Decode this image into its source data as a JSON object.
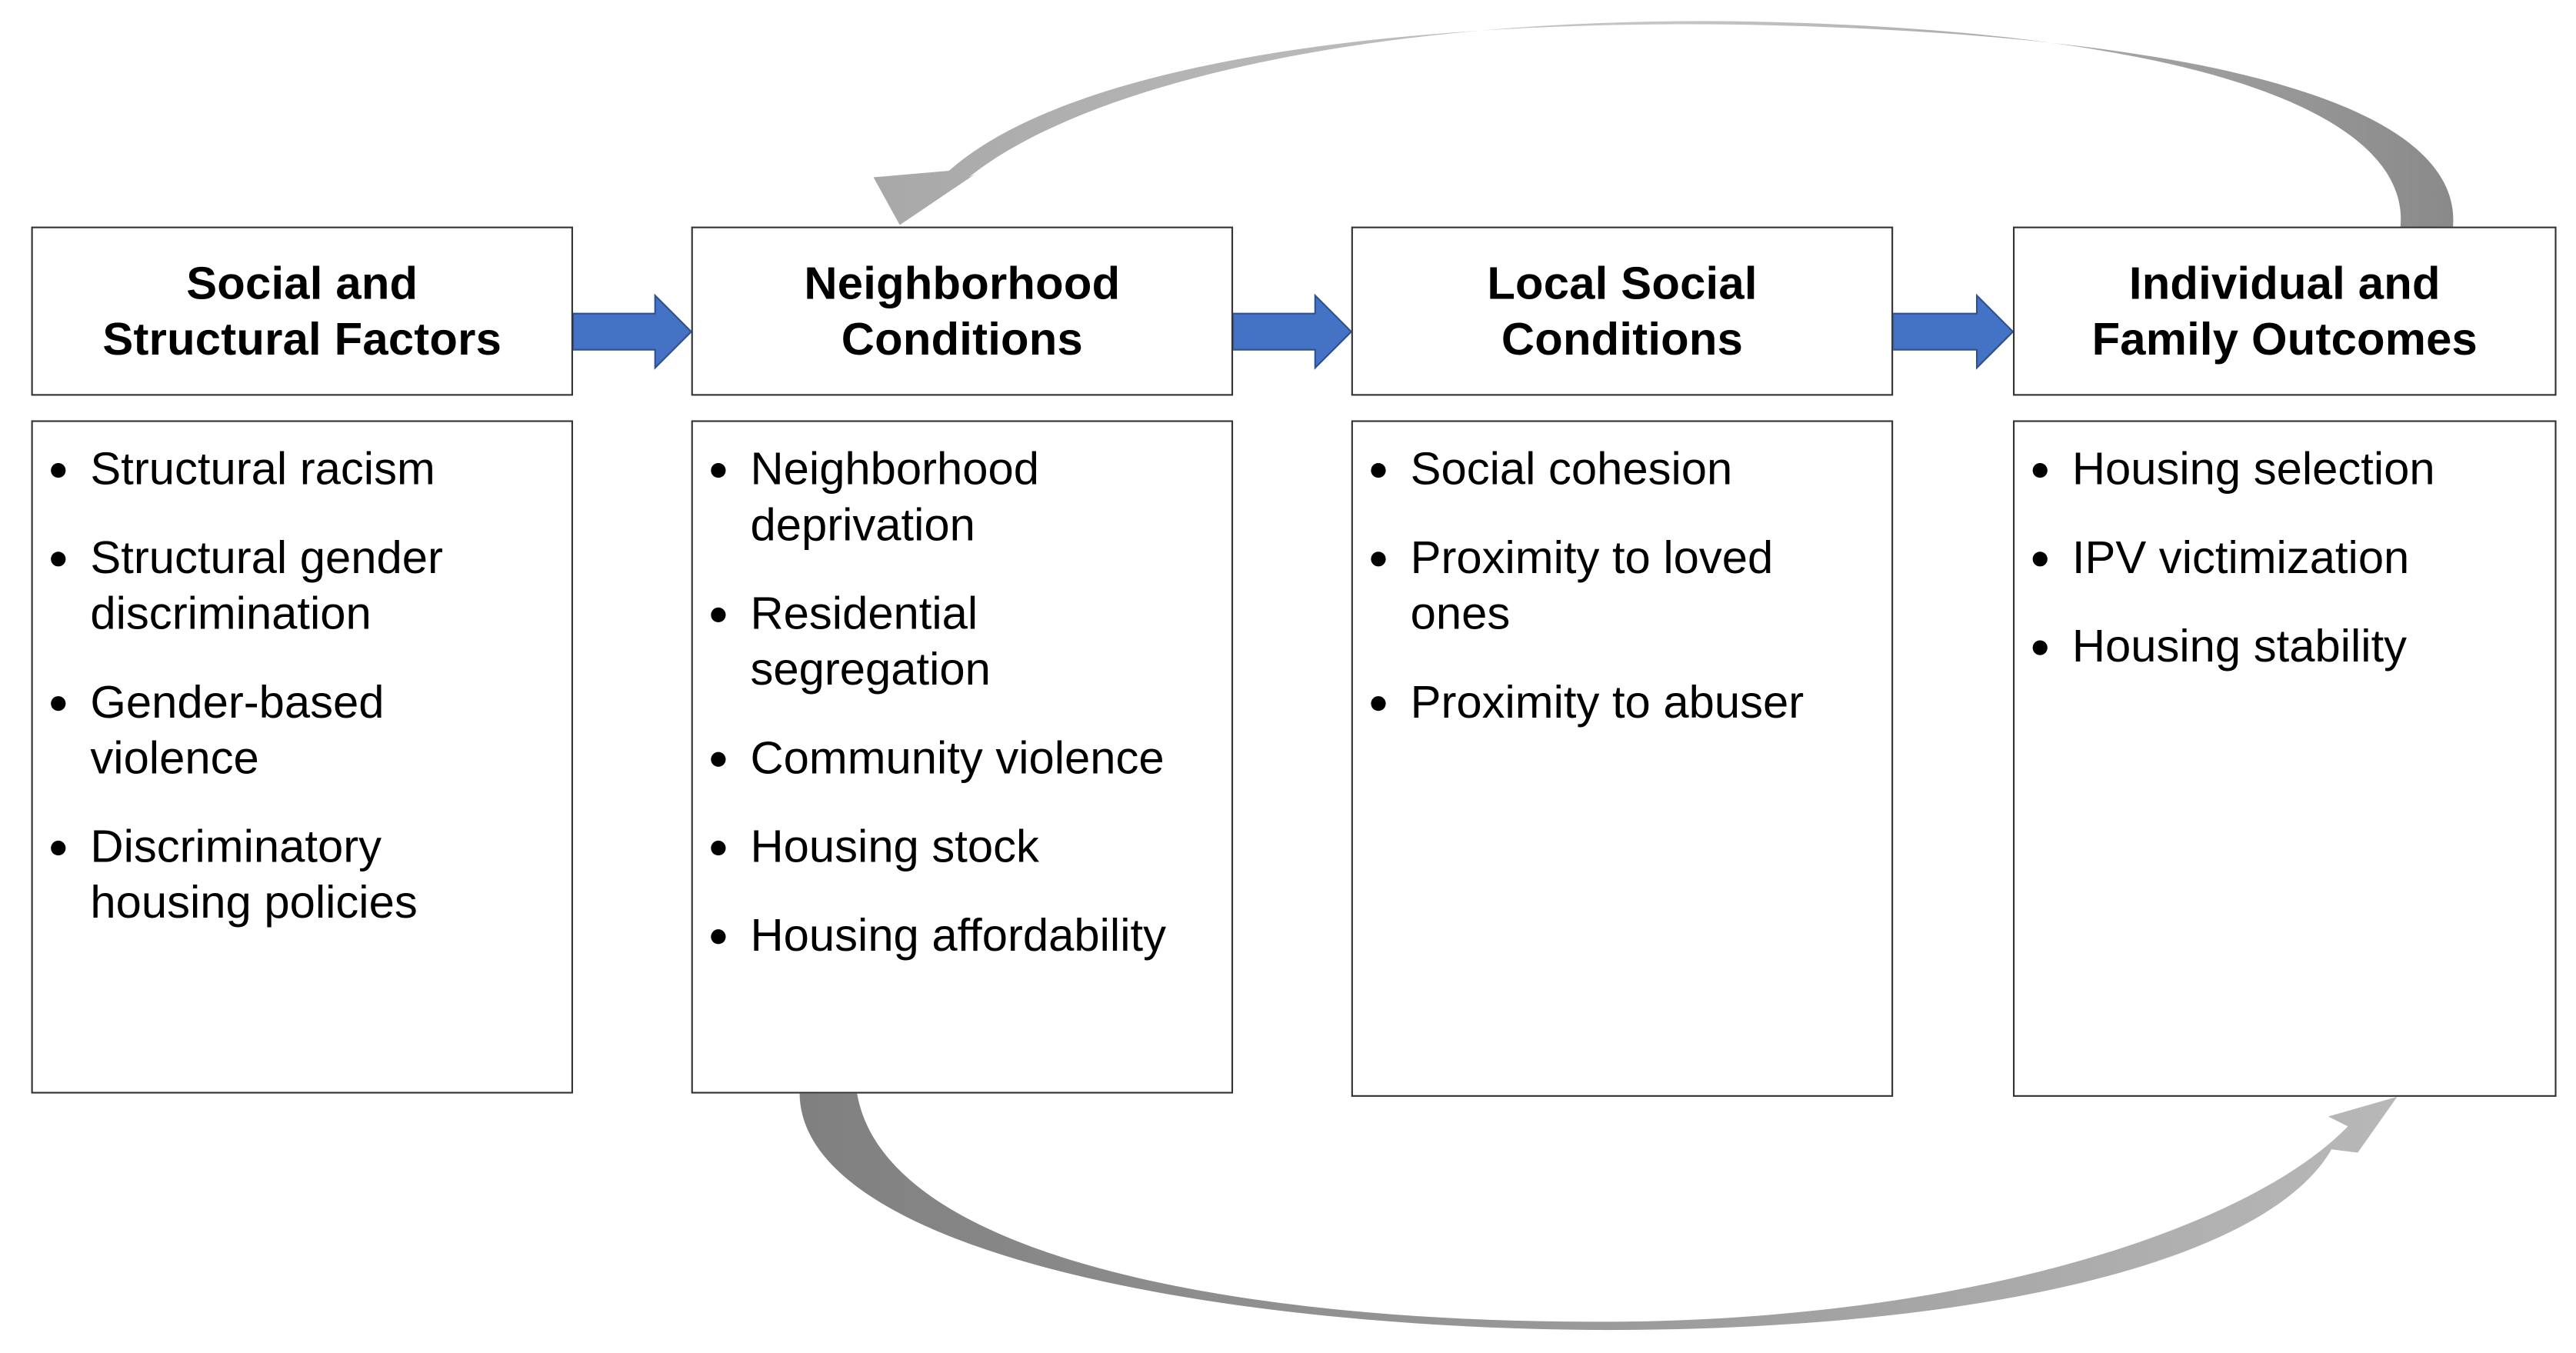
{
  "diagram": {
    "stages": [
      {
        "title": "Social and\nStructural Factors",
        "items": [
          "Structural racism",
          "Structural gender discrimination",
          "Gender-based violence",
          "Discriminatory housing policies"
        ]
      },
      {
        "title": "Neighborhood\nConditions",
        "items": [
          "Neighborhood deprivation",
          "Residential segregation",
          "Community violence",
          "Housing stock",
          "Housing affordability"
        ]
      },
      {
        "title": "Local Social\nConditions",
        "items": [
          "Social cohesion",
          "Proximity to loved ones",
          "Proximity to abuser"
        ]
      },
      {
        "title": "Individual and\nFamily Outcomes",
        "items": [
          "Housing selection",
          "IPV victimization",
          "Housing stability"
        ]
      }
    ],
    "colors": {
      "flow_arrow": "#4472C4",
      "flow_arrow_border": "#2F528F",
      "feedback_arrow": "#A6A6A6",
      "box_border": "#333333"
    },
    "icons": {
      "flow": "right-arrow-icon",
      "feedback_top": "curved-arrow-icon",
      "feedback_bottom": "curved-arrow-icon"
    }
  }
}
